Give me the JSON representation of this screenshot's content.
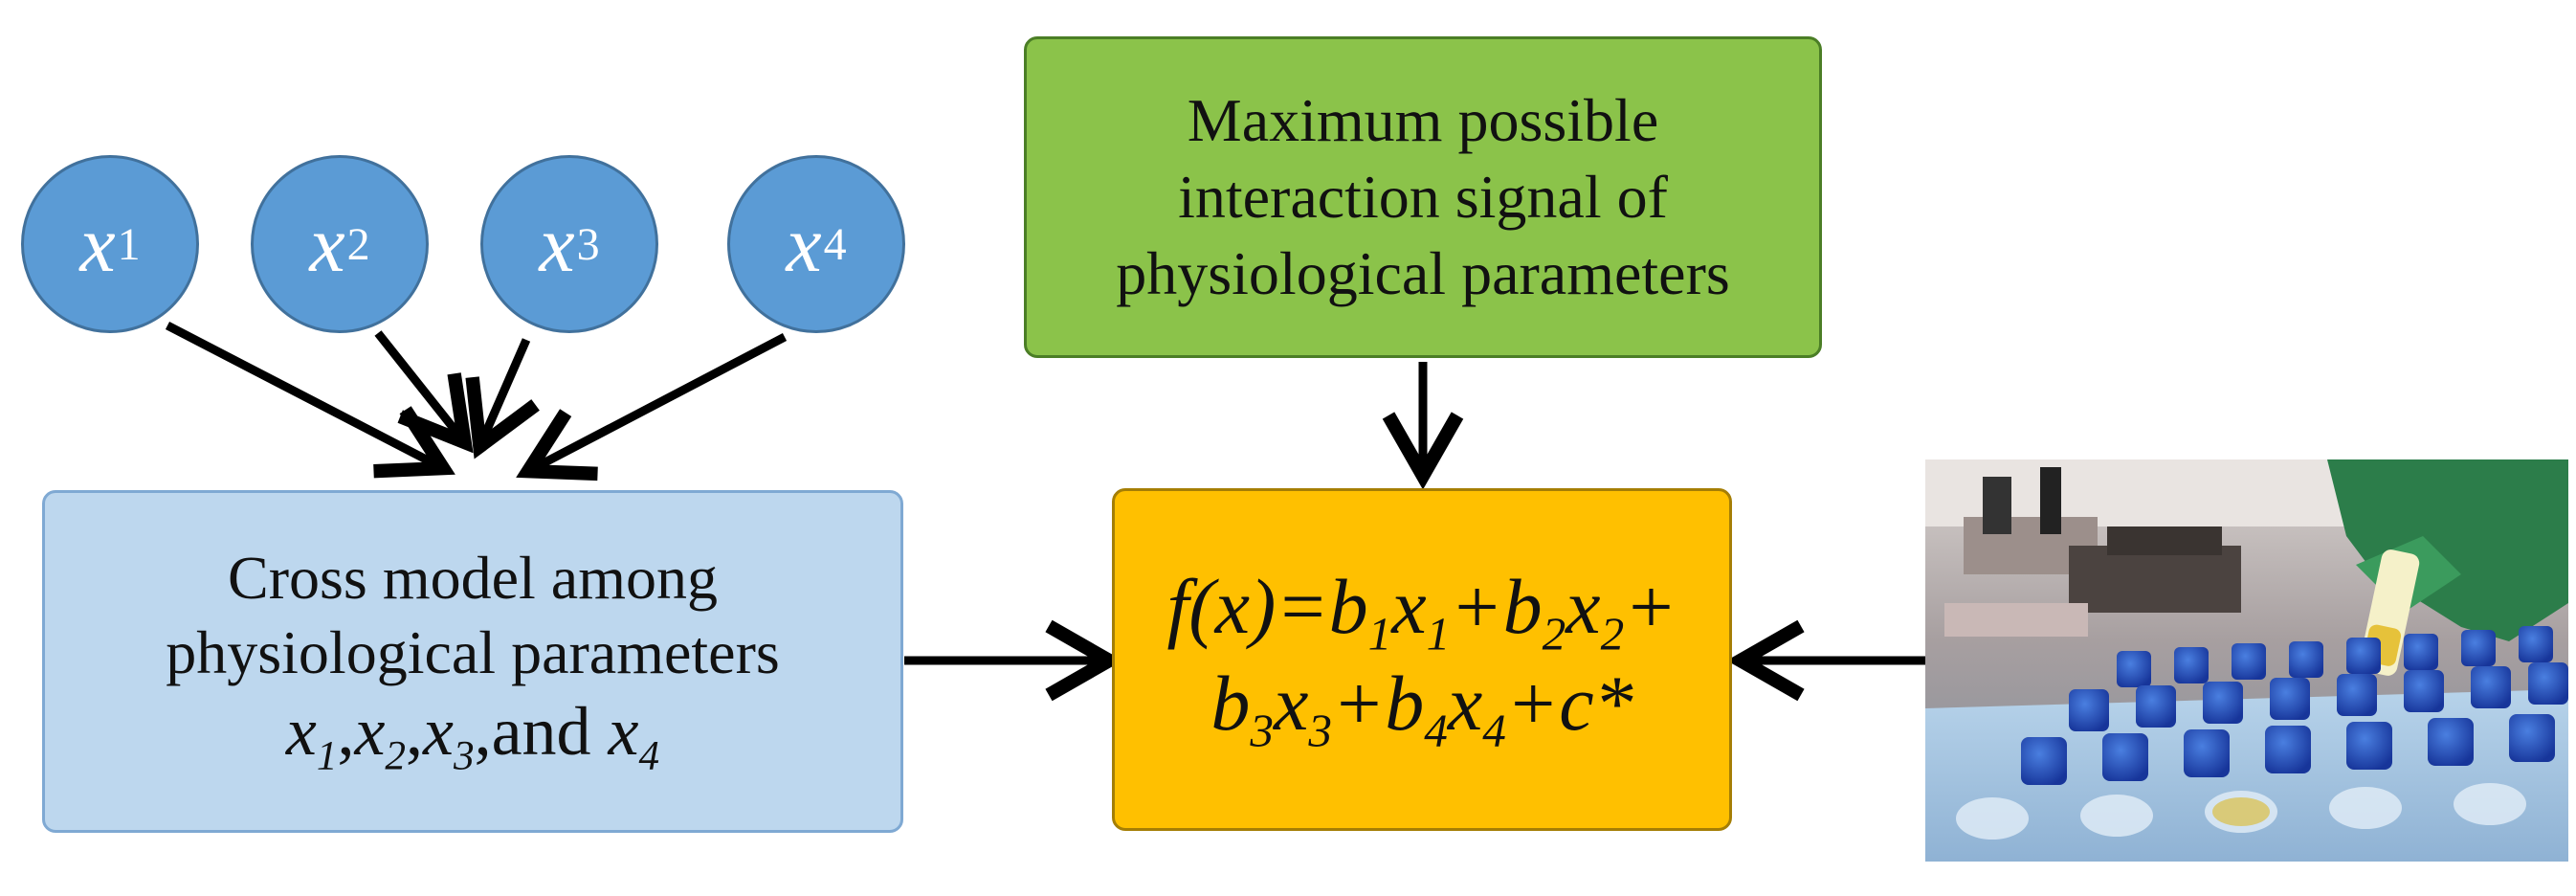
{
  "inputs": [
    {
      "base": "x",
      "sub": "1"
    },
    {
      "base": "x",
      "sub": "2"
    },
    {
      "base": "x",
      "sub": "3"
    },
    {
      "base": "x",
      "sub": "4"
    }
  ],
  "cross_model": {
    "line1": "Cross model among",
    "line2": "physiological parameters",
    "vars_text": "x1,x2,x3,and x4"
  },
  "max_signal": {
    "line1": "Maximum possible",
    "line2": "interaction signal of",
    "line3": "physiological parameters"
  },
  "formula": {
    "line1": "f(x)=b1x1+b2x2+",
    "line2": "b3x3+b4x4+c*"
  },
  "colors": {
    "node_fill": "#5b9bd5",
    "cross_fill": "#bdd7ee",
    "max_fill": "#8bc34a",
    "formula_fill": "#ffc000"
  },
  "photo": {
    "icon": "lab-sample-tubes-image"
  }
}
